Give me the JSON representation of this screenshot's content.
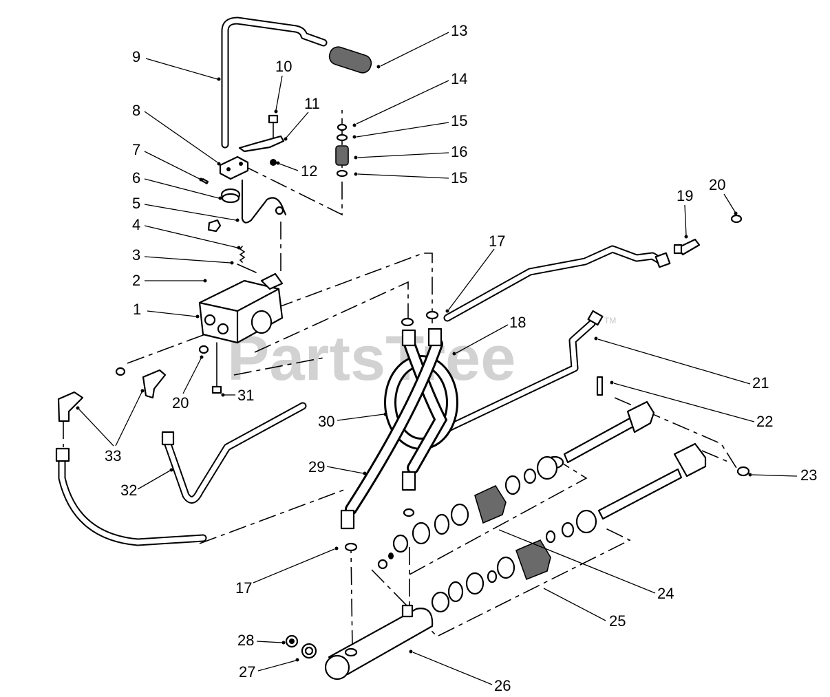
{
  "watermark": {
    "text": "PartsTree",
    "tm": "TM"
  },
  "callouts": [
    "1",
    "2",
    "3",
    "4",
    "5",
    "6",
    "7",
    "8",
    "9",
    "10",
    "11",
    "12",
    "13",
    "14",
    "15",
    "16",
    "15",
    "17",
    "18",
    "19",
    "20",
    "20",
    "21",
    "22",
    "23",
    "24",
    "25",
    "26",
    "27",
    "28",
    "29",
    "30",
    "31",
    "32",
    "33",
    "17"
  ]
}
